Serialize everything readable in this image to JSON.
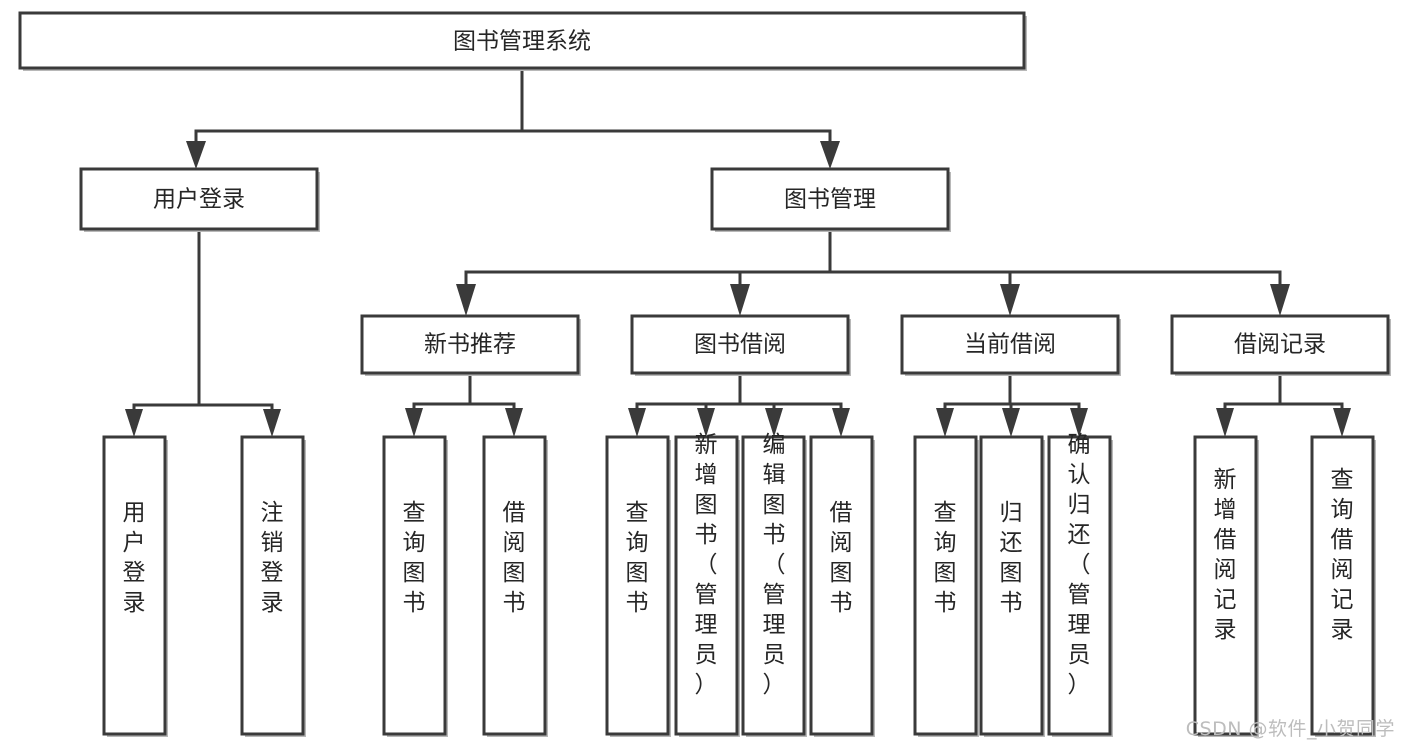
{
  "diagram": {
    "title": "图书管理系统",
    "type": "tree-hierarchy-diagram",
    "colors": {
      "box_stroke": "#3a3a3a",
      "box_fill": "#ffffff",
      "text": "#262626",
      "watermark": "#bdbdbd",
      "background": "#ffffff"
    },
    "root": {
      "label": "图书管理系统",
      "name": "root-node"
    },
    "level2": [
      {
        "label": "用户登录",
        "name": "node-user-login"
      },
      {
        "label": "图书管理",
        "name": "node-book-management"
      }
    ],
    "level3": [
      {
        "label": "新书推荐",
        "name": "node-new-book-recommend"
      },
      {
        "label": "图书借阅",
        "name": "node-book-borrow"
      },
      {
        "label": "当前借阅",
        "name": "node-current-borrow"
      },
      {
        "label": "借阅记录",
        "name": "node-borrow-record"
      }
    ],
    "leaves": {
      "user_login": [
        {
          "label": "用户登录",
          "name": "leaf-user-login"
        },
        {
          "label": "注销登录",
          "name": "leaf-user-logout"
        }
      ],
      "new_book_recommend": [
        {
          "label": "查询图书",
          "name": "leaf-query-book-1"
        },
        {
          "label": "借阅图书",
          "name": "leaf-borrow-book-1"
        }
      ],
      "book_borrow": [
        {
          "label": "查询图书",
          "name": "leaf-query-book-2"
        },
        {
          "label": "新增图书（管理员）",
          "name": "leaf-add-book-admin"
        },
        {
          "label": "编辑图书（管理员）",
          "name": "leaf-edit-book-admin"
        },
        {
          "label": "借阅图书",
          "name": "leaf-borrow-book-2"
        }
      ],
      "current_borrow": [
        {
          "label": "查询图书",
          "name": "leaf-query-book-3"
        },
        {
          "label": "归还图书",
          "name": "leaf-return-book"
        },
        {
          "label": "确认归还（管理员）",
          "name": "leaf-confirm-return-admin"
        }
      ],
      "borrow_record": [
        {
          "label": "新增借阅记录",
          "name": "leaf-add-borrow-record"
        },
        {
          "label": "查询借阅记录",
          "name": "leaf-query-borrow-record"
        }
      ]
    }
  },
  "watermark": {
    "text": "CSDN @软件_小贺同学"
  }
}
